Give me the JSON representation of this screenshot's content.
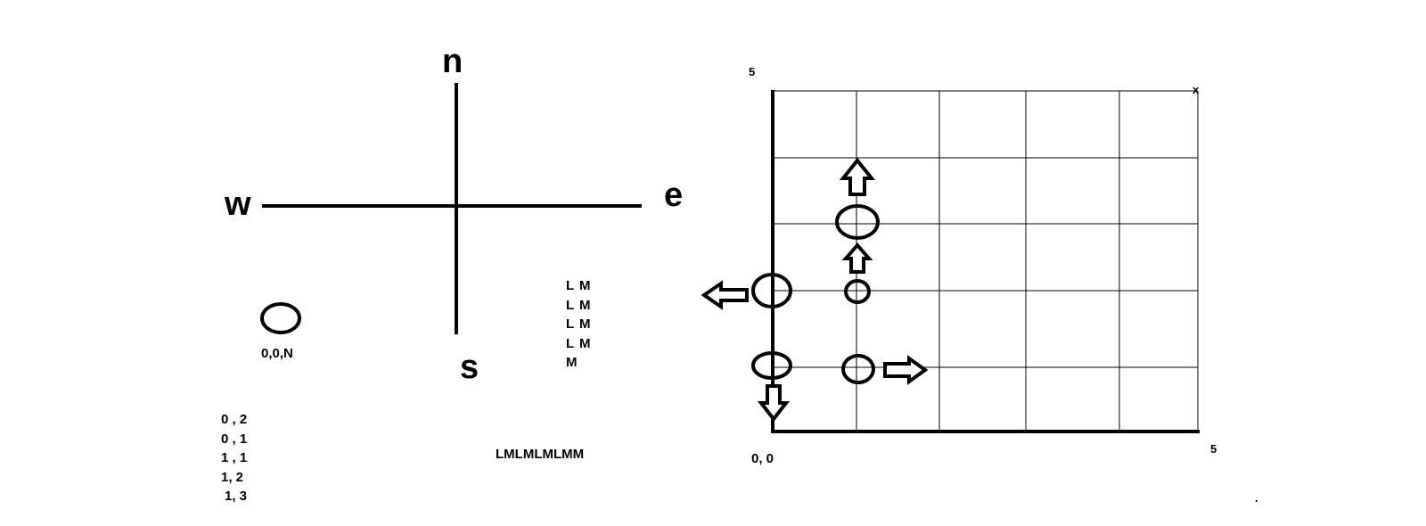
{
  "compass": {
    "north": "n",
    "south": "s",
    "west": "w",
    "east": "e"
  },
  "start": {
    "position_label": "0,0,N"
  },
  "coordinates_list": [
    "0 , 2",
    "0 , 1",
    "1 , 1",
    "1, 2",
    "1, 3"
  ],
  "commands_list": [
    "L M",
    "L M",
    "L M",
    "L M",
    "M"
  ],
  "command_string": "LMLMLMLMM",
  "grid": {
    "origin_label": "0, 0",
    "x_max_label": "5",
    "y_max_label": "5",
    "corner_mark": "x",
    "columns": 5,
    "rows": 5
  },
  "stray_mark": "."
}
